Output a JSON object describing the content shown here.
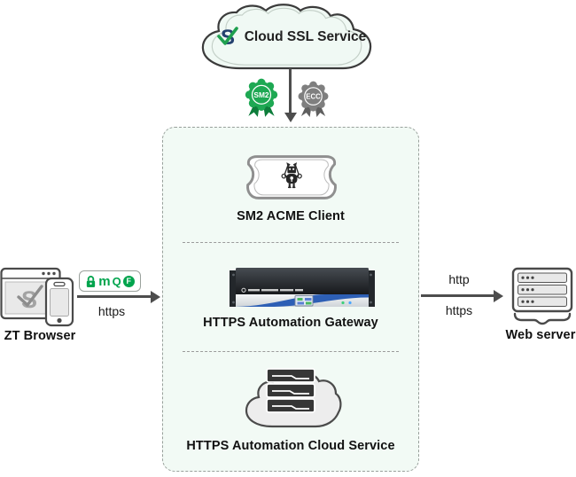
{
  "diagram": {
    "cloud_ssl": {
      "label": "Cloud SSL Service"
    },
    "cert_badges": {
      "sm2": "SM2",
      "ecc": "ECC"
    },
    "panel": {
      "acme_label": "SM2 ACME Client",
      "gateway_label": "HTTPS Automation Gateway",
      "cloud_service_label": "HTTPS Automation Cloud Service"
    },
    "client": {
      "label": "ZT Browser",
      "protocol": "https",
      "security_pill": {
        "m": "m",
        "q": "Q",
        "f": "F"
      }
    },
    "server": {
      "label": "Web server",
      "protocol_http": "http",
      "protocol_https": "https"
    }
  },
  "colors": {
    "accent_green": "#1ea853",
    "badge_gray": "#7f7f7f",
    "panel_bg": "#f2faf5",
    "arrow_gray": "#4d4d4d",
    "logo_navy": "#24416f",
    "stripe_blue": "#2d5fb5"
  }
}
